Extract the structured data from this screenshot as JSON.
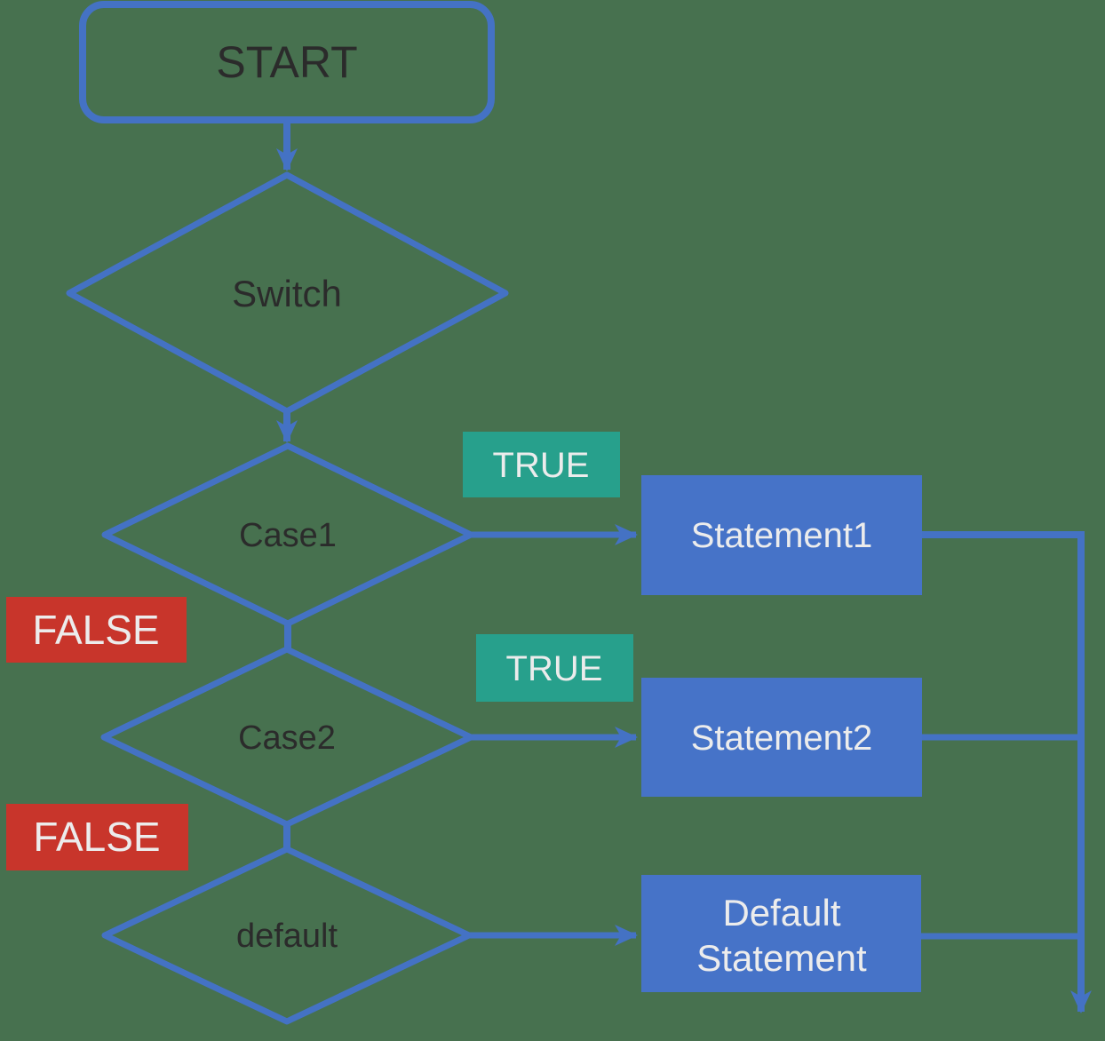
{
  "colors": {
    "background": "#47714F",
    "line_blue": "#4472C4",
    "process_fill": "#4673C8",
    "true_badge_bg": "#27A08C",
    "false_badge_bg": "#C8352B",
    "dark_text": "#2B2B2B",
    "light_text": "#ECECEC"
  },
  "flowchart": {
    "start_label": "START",
    "switch_label": "Switch",
    "case1_label": "Case1",
    "case2_label": "Case2",
    "default_label": "default",
    "statement1_label": "Statement1",
    "statement2_label": "Statement2",
    "default_statement_line1": "Default",
    "default_statement_line2": "Statement",
    "case1_true_label": "TRUE",
    "case1_false_label": "FALSE",
    "case2_true_label": "TRUE",
    "case2_false_label": "FALSE"
  }
}
